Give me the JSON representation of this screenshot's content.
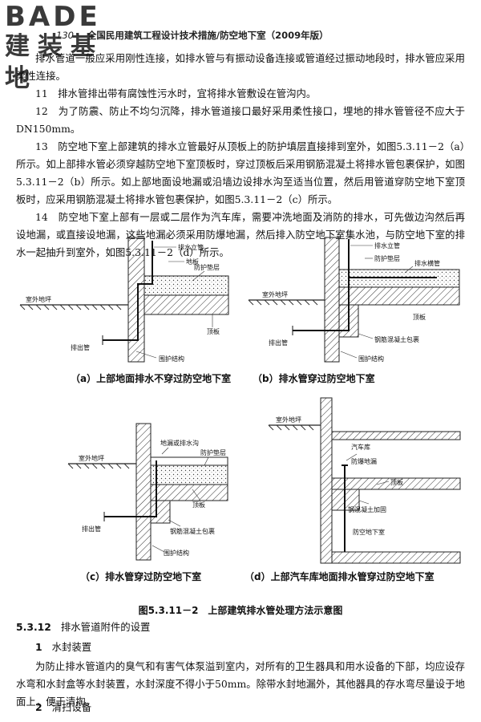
{
  "header": {
    "logo_top": "BADE",
    "logo_bottom": "建装基地",
    "page_number": "130 ·",
    "running_title": "全国民用建筑工程设计技术措施/防空地下室（2009年版）"
  },
  "paragraphs": [
    {
      "text": "排水管道一般应采用刚性连接，如排水管与有振动设备连接或管道经过振动地段时，排水管应采用柔性连接。",
      "cont": false
    },
    {
      "text": "11　排水管排出带有腐蚀性污水时，宜将排水管敷设在管沟内。",
      "cont": false
    },
    {
      "text": "12　为了防震、防止不均匀沉降，排水管道接口最好采用柔性接口，埋地的排水管管径不应大于DN150mm。",
      "cont": false
    },
    {
      "text": "13　防空地下室上部建筑的排水立管最好从顶板上的防护填层直接排到室外，如图5.3.11－2（a）所示。如上部排水管必须穿越防空地下室顶板时，穿过顶板后采用钢筋混凝土将排水管包裹保护，如图5.3.11－2（b）所示。如上部地面设地漏或沿墙边设排水沟至适当位置，然后用管道穿防空地下室顶板时，应采用钢筋混凝土将排水管包裹保护，如图5.3.11－2（c）所示。",
      "cont": false
    },
    {
      "text": "14　防空地下室上部有一层或二层作为汽车库，需要冲洗地面及消防的排水，可先做边沟然后再设地漏，或直接设地漏，这些地漏必须采用防爆地漏，然后排入防空地下室集水池，与防空地下室的排水一起抽升到室外，如图5.3.11－2（d）所示。",
      "cont": false
    }
  ],
  "figures": {
    "a": {
      "caption": "（a）上部地面排水不穿过防空地下室",
      "labels": {
        "riser": "排水立管",
        "floor": "地板",
        "fill": "防护垫层",
        "ground": "室外地坪",
        "roof": "顶板",
        "outlet": "排出管",
        "struct": "围护结构"
      }
    },
    "b": {
      "caption": "（b）排水管穿过防空地下室",
      "labels": {
        "riser": "排水立管",
        "fill": "防护垫层",
        "hpipe": "排水横管",
        "ground": "室外地坪",
        "roof": "顶板",
        "outlet": "排出管",
        "wrap": "钢筋混凝土包裹",
        "struct": "围护结构"
      }
    },
    "c": {
      "caption": "（c）排水管穿过防空地下室",
      "labels": {
        "drain": "地漏或排水沟",
        "ground": "室外地坪",
        "fill": "防护垫层",
        "roof": "顶板",
        "outlet": "排出管",
        "wrap": "钢筋混凝土包裹",
        "struct": "围护结构"
      }
    },
    "d": {
      "caption": "（d）上部汽车库地面排水管穿过防空地下室",
      "labels": {
        "ground": "室外地坪",
        "garage": "汽车库",
        "blast_drain": "防爆地漏",
        "roof": "顶板",
        "concrete": "钢混凝土加固",
        "shelter": "防空地下室"
      }
    },
    "title": "图5.3.11－2　上部建筑排水管处理方法示意图"
  },
  "section": {
    "number": "5.3.12",
    "title": "排水管道附件的设置",
    "items": [
      {
        "number": "1",
        "title": "水封装置"
      },
      {
        "number": "2",
        "title": "清扫设备"
      }
    ],
    "paragraph": "为防止排水管道内的臭气和有害气体泵溢到室内，对所有的卫生器具和用水设备的下部，均应设存水弯和水封盒等水封装置，水封深度不得小于50mm。除带水封地漏外，其他器具的存水弯尽量设于地面上，便于清掏。"
  }
}
